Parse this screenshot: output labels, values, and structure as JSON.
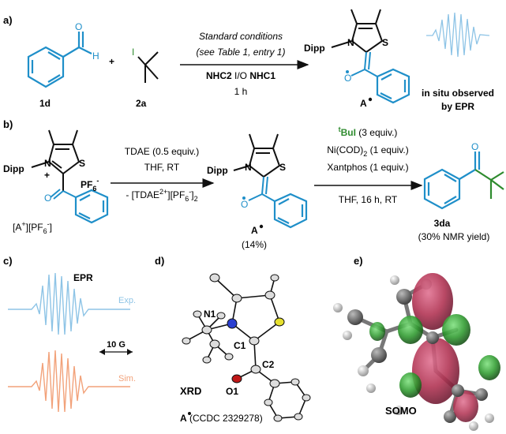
{
  "panel_labels": {
    "a": "a)",
    "b": "b)",
    "c": "c)",
    "d": "d)",
    "e": "e)"
  },
  "colors": {
    "blue": "#1f8fc9",
    "green": "#2e8b2e",
    "epr_exp": "#8ec4e6",
    "epr_sim": "#f2a27a",
    "somo_red": "#b03050",
    "somo_green": "#2e9a2e"
  },
  "panel_a": {
    "plus": "+",
    "compound_1d": "1d",
    "compound_2a": "2a",
    "atom_I": "I",
    "atom_H": "H",
    "atom_O": "O",
    "atom_N": "N",
    "atom_S": "S",
    "dipp": "Dipp",
    "conditions_line1": "Standard conditions",
    "conditions_line2": "(see Table 1, entry 1)",
    "nhc2": "NHC2",
    "io": " I/O ",
    "nhc1": "NHC1",
    "time": "1 h",
    "radical": "A",
    "epr_note_1": "in situ observed",
    "epr_note_2": "by EPR"
  },
  "panel_b": {
    "dipp": "Dipp",
    "atom_N": "N",
    "atom_S": "S",
    "atom_O": "O",
    "plus_charge": "+",
    "pf6": "PF",
    "pf6_sub": "6",
    "pf6_sup": "-",
    "salt_label": "[A",
    "salt_label_sup": "+",
    "salt_label_2": "][PF",
    "salt_label_sub": "6",
    "salt_label_sup2": "-",
    "salt_label_end": "]",
    "step1_line1": "TDAE (0.5 equiv.)",
    "step1_line2": "THF, RT",
    "step1_line3": "- [TDAE",
    "step1_line3_sup": "2+",
    "step1_line3_mid": "][PF",
    "step1_line3_sub": "6",
    "step1_line3_sup2": "-",
    "step1_line3_end": "]",
    "step1_line3_sub2": "2",
    "radical": "A",
    "radical_yield": "(14%)",
    "step2_tbu_sup": "t",
    "step2_tbu": "BuI",
    "step2_equiv": " (3 equiv.)",
    "step2_ni": "Ni(COD)",
    "step2_ni_sub": "2",
    "step2_ni_equiv": " (1 equiv.)",
    "step2_xant": "Xantphos (1 equiv.)",
    "step2_cond": "THF, 16 h, RT",
    "product": "3da",
    "product_yield": "(30% NMR yield)"
  },
  "panel_c": {
    "title": "EPR",
    "exp": "Exp.",
    "sim": "Sim.",
    "scale": "10 G"
  },
  "panel_d": {
    "N1": "N1",
    "C1": "C1",
    "C2": "C2",
    "O1": "O1",
    "xrd": "XRD",
    "ccdc_a": "A",
    "ccdc": " (CCDC 2329278)"
  },
  "panel_e": {
    "somo": "SOMO"
  }
}
